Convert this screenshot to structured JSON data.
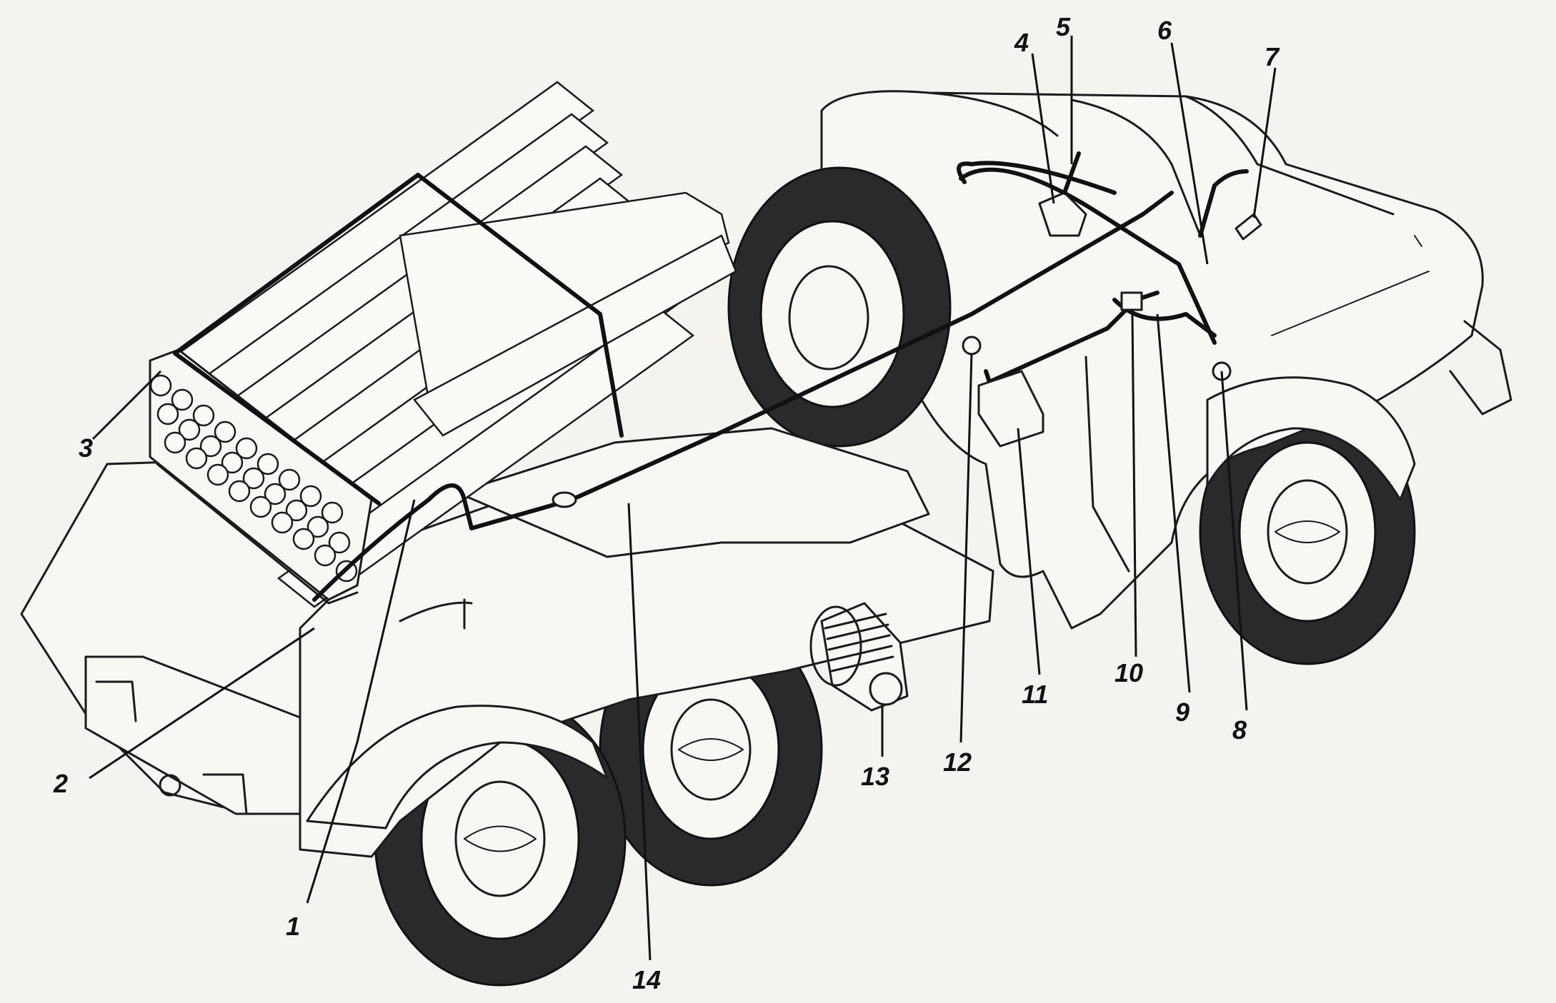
{
  "callouts": [
    {
      "id": "1",
      "label": "1"
    },
    {
      "id": "2",
      "label": "2"
    },
    {
      "id": "3",
      "label": "3"
    },
    {
      "id": "4",
      "label": "4"
    },
    {
      "id": "5",
      "label": "5"
    },
    {
      "id": "6",
      "label": "6"
    },
    {
      "id": "7",
      "label": "7"
    },
    {
      "id": "8",
      "label": "8"
    },
    {
      "id": "9",
      "label": "9"
    },
    {
      "id": "10",
      "label": "10"
    },
    {
      "id": "11",
      "label": "11"
    },
    {
      "id": "12",
      "label": "12"
    },
    {
      "id": "13",
      "label": "13"
    },
    {
      "id": "14",
      "label": "14"
    }
  ],
  "colors": {
    "ink": "#1b1b1b",
    "paper": "#f4f3ef",
    "tire": "#2a2a2a"
  }
}
